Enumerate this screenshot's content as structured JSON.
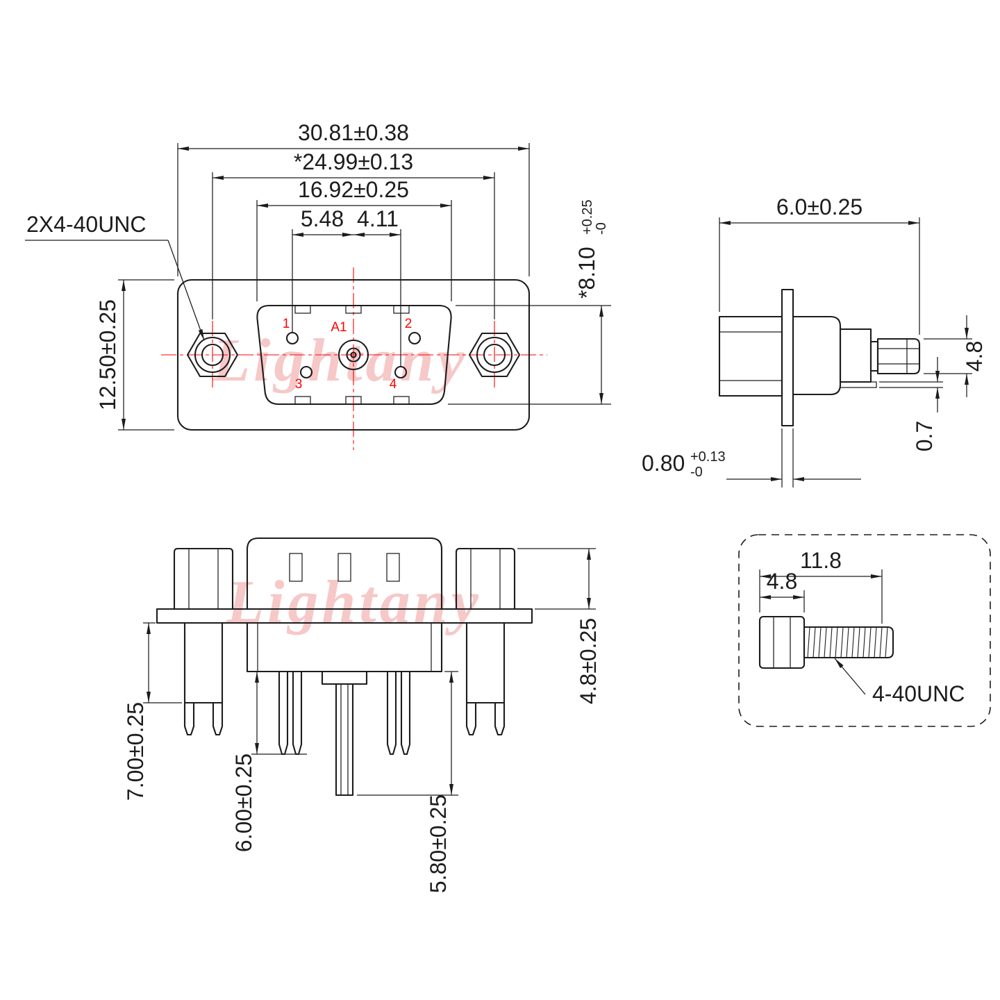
{
  "colors": {
    "ink": "#1c1c1c",
    "accent": "#ff0000",
    "watermark": "#ef9a9a",
    "paper": "#ffffff"
  },
  "watermark": {
    "text": "Lightany"
  },
  "front_view": {
    "thread_callout": "2X4-40UNC",
    "dim_total_width": "30.81±0.38",
    "dim_mounting_pitch": "*24.99±0.13",
    "dim_shell_width": "16.92±0.25",
    "dim_pin_pitch_left": "5.48",
    "dim_pin_pitch_right": "4.11",
    "dim_flange_height": "12.50±0.25",
    "dim_shell_height_value": "*8.10",
    "dim_shell_height_tol_plus": "+0.25",
    "dim_shell_height_tol_minus": "-0",
    "pin_labels": {
      "p1": "1",
      "p2": "2",
      "p3": "3",
      "p4": "4",
      "a1": "A1"
    }
  },
  "side_view": {
    "dim_depth": "6.0±0.25",
    "dim_contact_height": "4.8",
    "dim_tab_thickness": "0.7",
    "dim_flange_thickness_value": "0.80",
    "dim_flange_thickness_tol_plus": "+0.13",
    "dim_flange_thickness_tol_minus": "-0"
  },
  "bottom_view": {
    "dim_bracket_length": "7.00±0.25",
    "dim_pin_length": "6.00±0.25",
    "dim_center_pin_length": "5.80±0.25",
    "dim_standoff_height": "4.8±0.25"
  },
  "screw_detail": {
    "dim_total_length": "11.8",
    "dim_hex_width": "4.8",
    "thread_callout": "4-40UNC"
  }
}
